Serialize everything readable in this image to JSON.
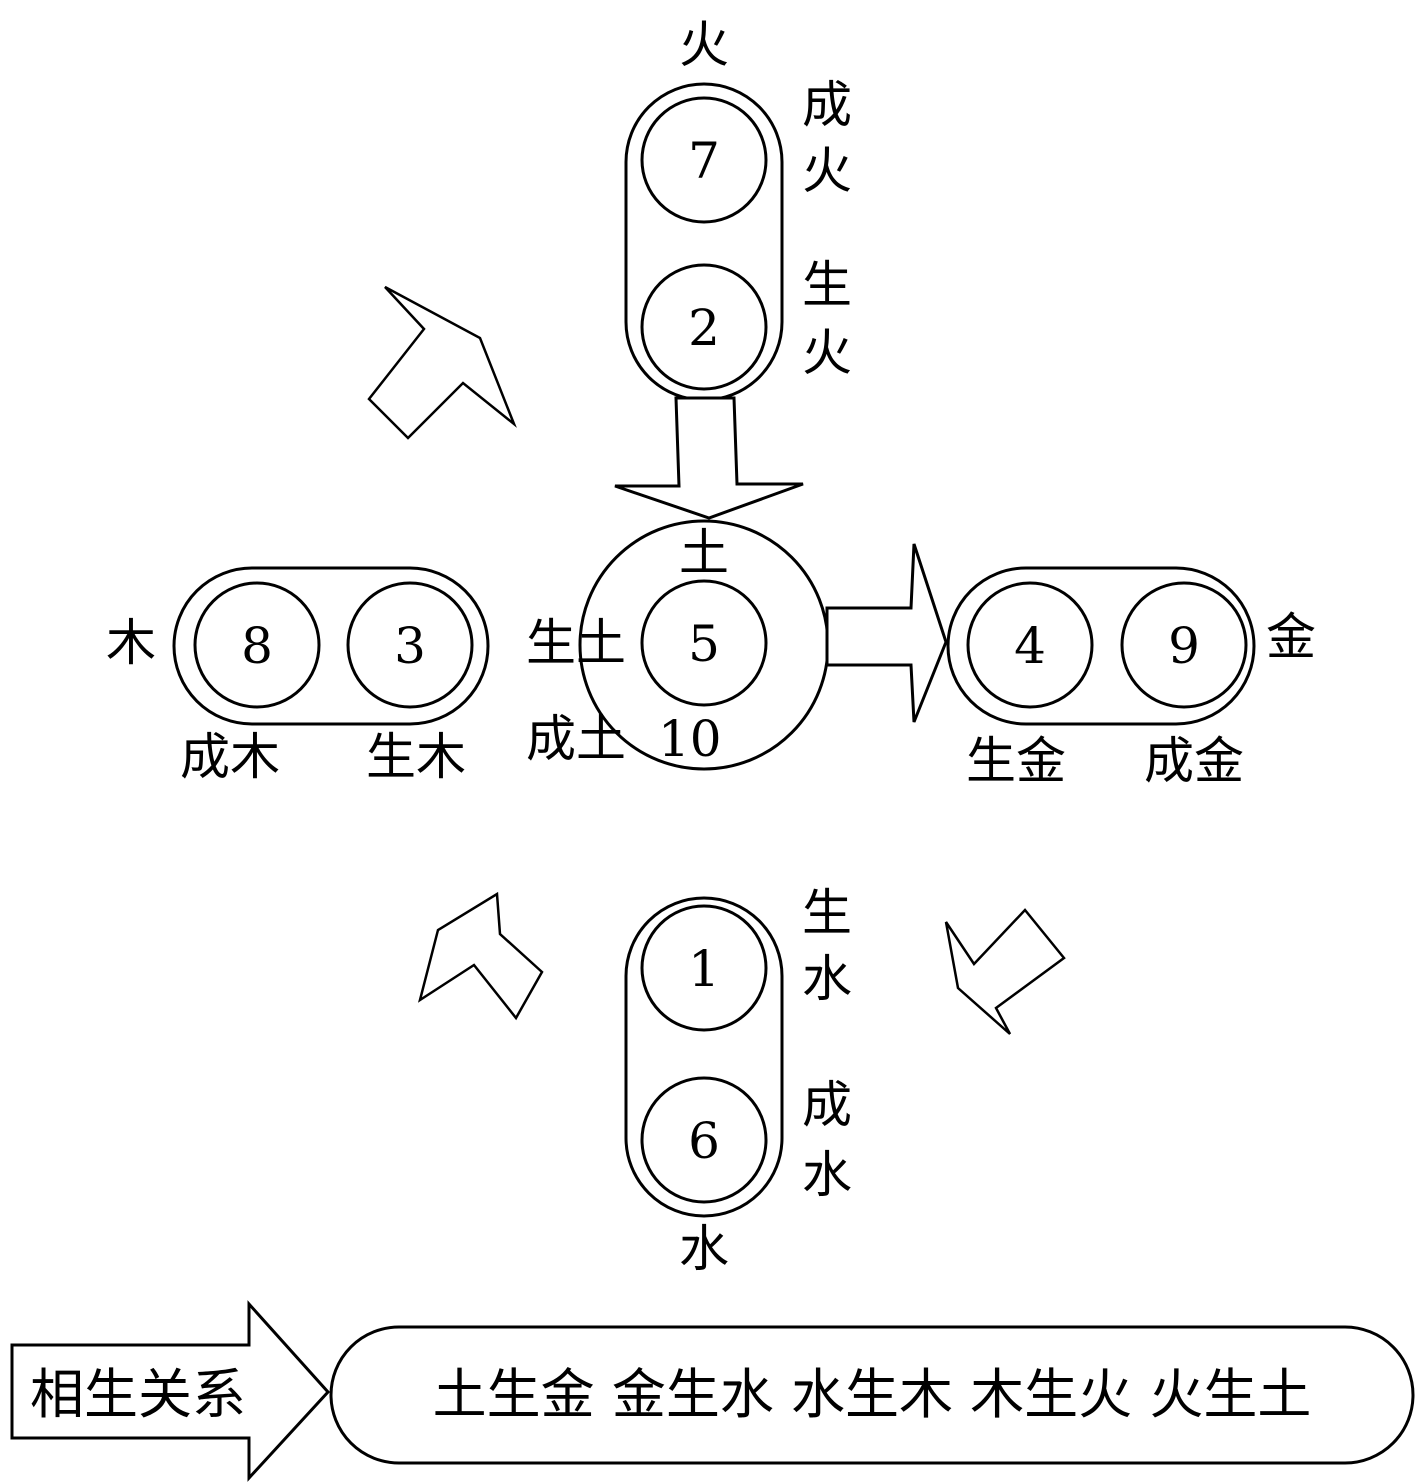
{
  "nodes": {
    "fire_element": "火",
    "fire_cheng": [
      "成",
      "火"
    ],
    "fire_sheng": [
      "生",
      "火"
    ],
    "earth_element": "土",
    "earth_sheng": "生土",
    "earth_cheng": "成土",
    "wood_element": "木",
    "wood_cheng": "成木",
    "wood_sheng": "生木",
    "metal_element": "金",
    "metal_sheng": "生金",
    "metal_cheng": "成金",
    "water_element": "水",
    "water_sheng": [
      "生",
      "水"
    ],
    "water_cheng": [
      "成",
      "水"
    ]
  },
  "numbers": {
    "n1": "1",
    "n2": "2",
    "n3": "3",
    "n4": "4",
    "n5": "5",
    "n6": "6",
    "n7": "7",
    "n8": "8",
    "n9": "9",
    "n10": "10"
  },
  "legend": {
    "label": "相生关系",
    "cycle": "土生金 金生水 水生木 木生火 火生土"
  }
}
